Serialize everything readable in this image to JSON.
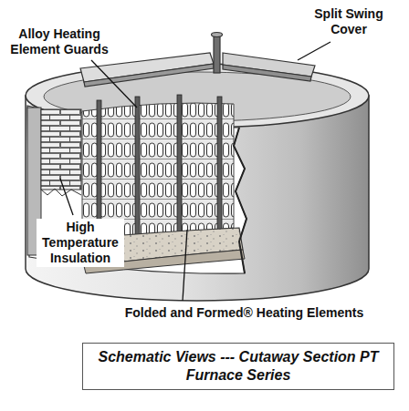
{
  "diagram": {
    "caption": "Schematic Views --- Cutaway Section PT Furnace Series",
    "labels": [
      "Alloy Heating Element Guards",
      "Split Swing Cover",
      "High Temperature Insulation",
      "Folded and Formed® Heating Elements"
    ]
  }
}
